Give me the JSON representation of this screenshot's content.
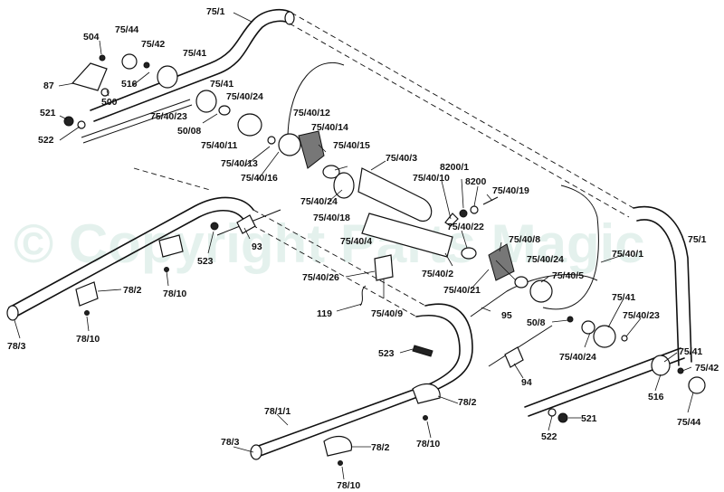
{
  "watermark": "© Copyright Parts Magic",
  "labels": [
    "75/1",
    "504",
    "75/44",
    "75/42",
    "75/41",
    "87",
    "516",
    "500",
    "75/41",
    "75/40/24",
    "521",
    "75/40/23",
    "522",
    "50/08",
    "75/40/12",
    "75/40/14",
    "75/40/11",
    "75/40/15",
    "75/40/13",
    "75/40/16",
    "75/40/3",
    "8200/1",
    "75/40/10",
    "8200",
    "75/40/19",
    "75/40/24",
    "75/40/18",
    "75/40/22",
    "75/40/4",
    "75/40/8",
    "93",
    "523",
    "75/40/2",
    "75/40/24",
    "75/1",
    "75/40/1",
    "78/2",
    "78/10",
    "75/40/26",
    "75/40/21",
    "75/40/5",
    "119",
    "75/40/9",
    "95",
    "75/41",
    "50/8",
    "75/40/23",
    "78/3",
    "78/10",
    "523",
    "75/40/24",
    "75/41",
    "75/42",
    "94",
    "516",
    "78/2",
    "75/44",
    "78/1/1",
    "521",
    "522",
    "78/10",
    "78/3",
    "78/2",
    "78/10"
  ]
}
